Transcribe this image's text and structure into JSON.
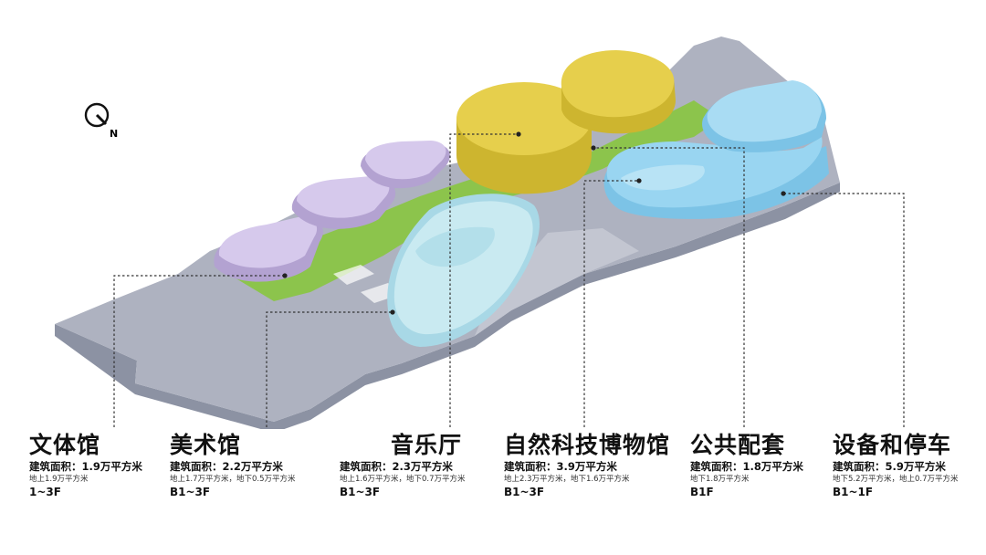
{
  "compass": {
    "letter": "N",
    "icon": "north-arrow-icon"
  },
  "colors": {
    "base": "#9ea4b4",
    "base_top": "#b9bdc9",
    "green": "#86c54a",
    "purple": "#c7b7e2",
    "yellow": "#e4cd4a",
    "light_blue": "#bfe4ec",
    "blue": "#8fd2ef"
  },
  "buildings": [
    {
      "name": "文体馆",
      "area": "建筑面积：1.9万平方米",
      "detail": "地上1.9万平方米",
      "floors": "1~3F"
    },
    {
      "name": "美术馆",
      "area": "建筑面积：2.2万平方米",
      "detail": "地上1.7万平方米，地下0.5万平方米",
      "floors": "B1~3F"
    },
    {
      "name": "音乐厅",
      "area": "建筑面积：2.3万平方米",
      "detail": "地上1.6万平方米，地下0.7万平方米",
      "floors": "B1~3F"
    },
    {
      "name": "自然科技博物馆",
      "area": "建筑面积：3.9万平方米",
      "detail": "地上2.3万平方米，地下1.6万平方米",
      "floors": "B1~3F"
    },
    {
      "name": "公共配套",
      "area": "建筑面积：1.8万平方米",
      "detail": "地下1.8万平方米",
      "floors": "B1F"
    },
    {
      "name": "设备和停车",
      "area": "建筑面积：5.9万平方米",
      "detail": "地下5.2万平方米，地上0.7万平方米",
      "floors": "B1~1F"
    }
  ]
}
